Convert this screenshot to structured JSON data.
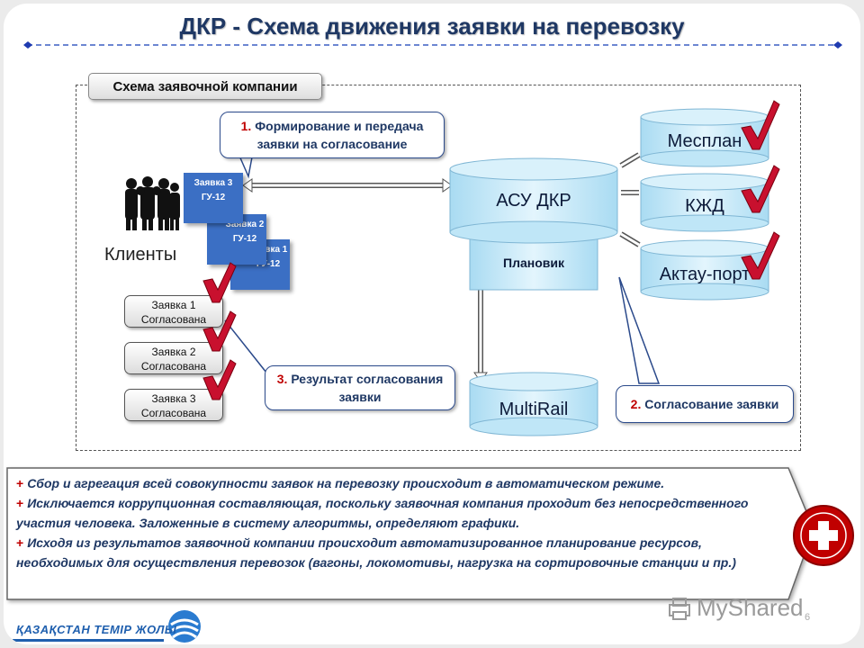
{
  "title": "ДКР - Схема движения заявки на перевозку",
  "frame_label": "Схема заявочной компании",
  "callouts": {
    "step1": {
      "num": "1.",
      "text_line1": "Формирование и передача",
      "text_line2": "заявки на согласование"
    },
    "step2": {
      "num": "2.",
      "text": "Согласование заявки"
    },
    "step3": {
      "num": "3.",
      "text_line1": "Результат согласования",
      "text_line2": "заявки"
    }
  },
  "clients_label": "Клиенты",
  "requests": [
    {
      "line1": "Заявка 3",
      "line2": "ГУ-12"
    },
    {
      "line1": "Заявка 2",
      "line2": "ГУ-12"
    },
    {
      "line1": "Заявка 1",
      "line2": "ГУ-12"
    }
  ],
  "statuses": [
    {
      "line1": "Заявка 1",
      "line2": "Согласована"
    },
    {
      "line1": "Заявка 2",
      "line2": "Согласована"
    },
    {
      "line1": "Заявка 3",
      "line2": "Согласована"
    }
  ],
  "systems": {
    "main": "АСУ ДКР",
    "planner": "Плановик",
    "multirail": "MultiRail",
    "partners": [
      "Месплан",
      "КЖД",
      "Актау-порт"
    ]
  },
  "benefits": [
    "Сбор и агрегация всей совокупности заявок на перевозку происходит в автоматическом режиме.",
    "Исключается коррупционная составляющая, поскольку заявочная компания проходит без непосредственного участия человека. Заложенные в систему алгоритмы, определяют графики.",
    "Исходя из результатов заявочной компании происходит автоматизированное планирование ресурсов, необходимых для осуществления перевозок (вагоны, локомотивы, нагрузка на сортировочные станции и пр.)"
  ],
  "plus_sign": "+",
  "logo_text": "ҚАЗАҚСТАН ТЕМІР ЖОЛЫ",
  "watermark": "MyShared",
  "page_number": "6",
  "colors": {
    "title": "#1f3864",
    "accent_red": "#c00000",
    "cylinder": "#bfe6f7",
    "doc_blue": "#3b6fc4",
    "check_red": "#c8102e"
  },
  "icons": [
    "people-group-icon",
    "checkmark-icon",
    "first-aid-cross-icon",
    "printer-icon",
    "railway-logo-icon"
  ]
}
